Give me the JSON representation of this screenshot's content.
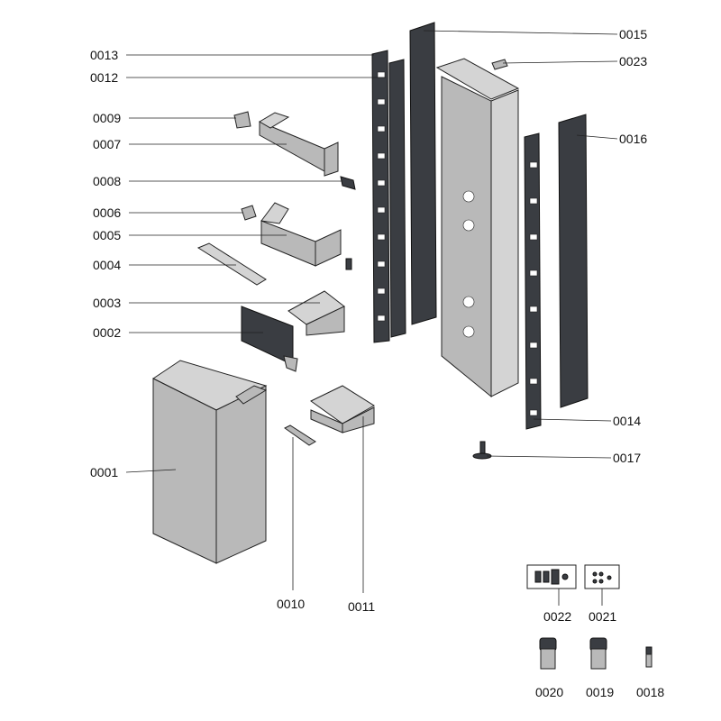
{
  "diagram": {
    "type": "exploded-parts-view",
    "labels": {
      "p0001": "0001",
      "p0002": "0002",
      "p0003": "0003",
      "p0004": "0004",
      "p0005": "0005",
      "p0006": "0006",
      "p0007": "0007",
      "p0008": "0008",
      "p0009": "0009",
      "p0010": "0010",
      "p0011": "0011",
      "p0012": "0012",
      "p0013": "0013",
      "p0014": "0014",
      "p0015": "0015",
      "p0016": "0016",
      "p0017": "0017",
      "p0018": "0018",
      "p0019": "0019",
      "p0020": "0020",
      "p0021": "0021",
      "p0022": "0022",
      "p0023": "0023"
    },
    "colors": {
      "dark_panel": "#3a3d42",
      "metal": "#b9b9b9",
      "light_metal": "#d4d4d4"
    }
  }
}
